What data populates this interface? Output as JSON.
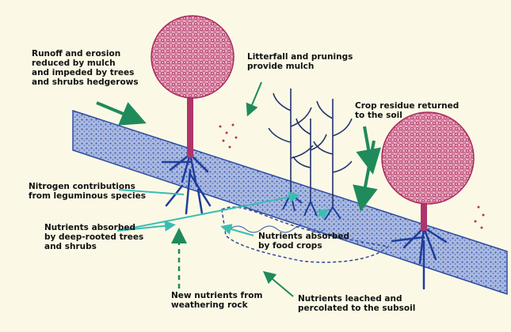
{
  "labels": {
    "runoff": "Runoff and erosion\nreduced by mulch\nand impeded by trees\nand shrubs hedgerows",
    "litterfall": "Litterfall and prunings\nprovide mulch",
    "crop_residue": "Crop residue returned\nto the soil",
    "nitrogen": "Nitrogen contributions\nfrom leguminous species",
    "deep_rooted": "Nutrients absorbed\nby deep-rooted trees\nand shrubs",
    "food_crops": "Nutrients absorbed\nby food crops",
    "new_nutrients": "New nutrients from\nweathering rock",
    "leached": "Nutrients leached and\npercolated to the subsoil"
  },
  "colors": {
    "background": "#fbf9e6",
    "soil": "#7a93c9",
    "soil_dark": "#2c4aa0",
    "roots": "#1e3d9c",
    "tree_canopy": "#c24a78",
    "tree_trunk": "#b0356a",
    "crop": "#24336e",
    "arrow_green": "#1f8a5a",
    "arrow_teal": "#3bbdb2"
  }
}
